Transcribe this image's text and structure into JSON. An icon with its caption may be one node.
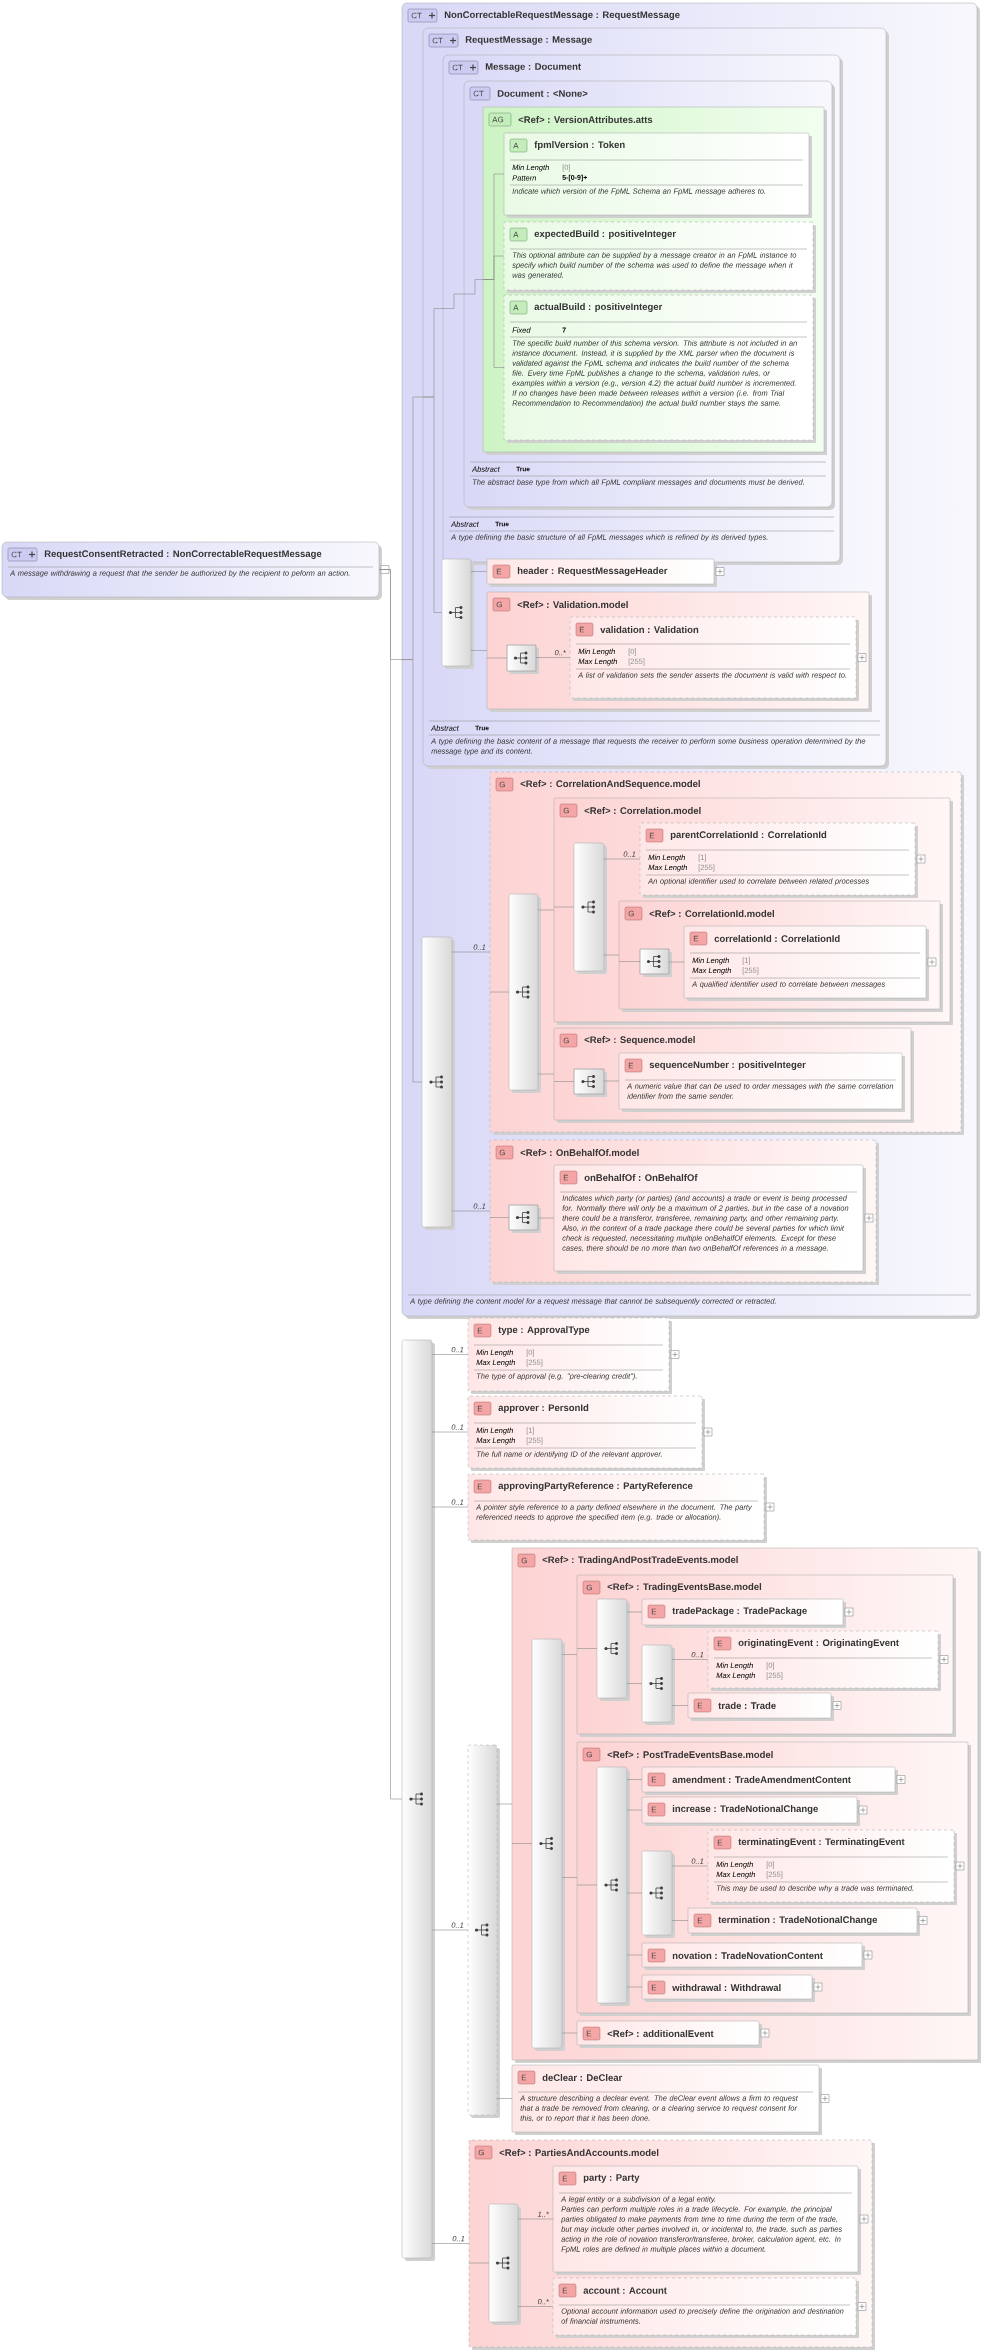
{
  "diagram": {
    "nodes": [
      {
        "text": [
          "CT",
          "RequestConsentRetracted : NonCorrectableRequestMessage",
          "A message withdrawing a request that the sender be authorized by the recipient to peform an action."
        ]
      },
      {
        "text": [
          "CT",
          "NonCorrectableRequestMessage : RequestMessage",
          "A type defining the content model for a request message that cannot be subsequently corrected or retracted."
        ]
      },
      {
        "text": [
          "CT",
          "RequestMessage : Message",
          "Abstract",
          "True",
          "A type defining the basic content of a message that requests the receiver to perform some business operation determined by the message type and its content."
        ],
        "in": 1
      },
      {
        "text": [
          "CT",
          "Message : Document",
          "Abstract",
          "True",
          "A type defining the basic structure of all FpML messages which is refined by its derived types."
        ],
        "in": 2
      },
      {
        "text": [
          "CT",
          "Document : <None>",
          "Abstract",
          "True",
          "The abstract base type from which all FpML compliant messages and documents must be derived."
        ],
        "in": 3
      },
      {
        "text": [
          "AG",
          "<Ref> : VersionAttributes.atts"
        ],
        "in": 4
      },
      {
        "text": [
          "A",
          "fpmlVersion : Token",
          "Min Length",
          "[0]",
          "Pattern",
          "5-[0-9]+",
          "Indicate which version of the FpML Schema an FpML message adheres to."
        ],
        "in": 5
      },
      {
        "text": [
          "A",
          "expectedBuild : positiveInteger",
          "This optional attribute can be supplied by a message creator in an FpML instance to specify which build number of the schema was used to define the message when it was generated."
        ],
        "in": 5
      },
      {
        "text": [
          "A",
          "actualBuild : positiveInteger",
          "Fixed",
          "7",
          "The specific build number of this schema version. This attribute is not included in an instance document. Instead, it is supplied by the XML parser when the document is validated against the FpML schema and indicates the build number of the schema file. Every time FpML publishes a change to the schema, validation rules, or examples within a version (e.g., version 4.2) the actual build number is incremented. If no changes have been made between releases within a version (i.e. from Trial Recommendation to Recommendation) the actual build number stays the same."
        ],
        "in": 5
      },
      {
        "text": [],
        "shape": "bar",
        "in": 2
      },
      {
        "text": [
          "E",
          "header : RequestMessageHeader"
        ],
        "in": 2
      },
      {
        "text": [
          "G",
          "<Ref> : Validation.model"
        ],
        "in": 2
      },
      {
        "text": [],
        "shape": "box",
        "in": 11
      },
      {
        "text": [
          "E",
          "validation : Validation",
          "Min Length",
          "[0]",
          "Max Length",
          "[255]",
          "A list of validation sets the sender asserts the document is valid with respect to."
        ],
        "in": 11
      },
      {
        "text": [],
        "shape": "bar",
        "in": 1
      },
      {
        "text": [
          "G",
          "<Ref> : CorrelationAndSequence.model"
        ],
        "in": 1
      },
      {
        "text": [],
        "shape": "bar",
        "in": 15
      },
      {
        "text": [
          "G",
          "<Ref> : Correlation.model"
        ],
        "in": 15
      },
      {
        "text": [],
        "shape": "bar",
        "in": 17
      },
      {
        "text": [
          "E",
          "parentCorrelationId : CorrelationId",
          "Min Length",
          "[1]",
          "Max Length",
          "[255]",
          "An optional identifier used to correlate between related processes"
        ],
        "in": 17
      },
      {
        "text": [
          "G",
          "<Ref> : CorrelationId.model"
        ],
        "in": 17
      },
      {
        "text": [],
        "shape": "box",
        "in": 20
      },
      {
        "text": [
          "E",
          "correlationId : CorrelationId",
          "Min Length",
          "[1]",
          "Max Length",
          "[255]",
          "A qualified identifier used to correlate between messages"
        ],
        "in": 20
      },
      {
        "text": [
          "G",
          "<Ref> : Sequence.model"
        ],
        "in": 15
      },
      {
        "text": [],
        "shape": "box",
        "in": 23
      },
      {
        "text": [
          "E",
          "sequenceNumber : positiveInteger",
          "A numeric value that can be used to order messages with the same correlation identifier from the same sender."
        ],
        "in": 23
      },
      {
        "text": [
          "G",
          "<Ref> : OnBehalfOf.model"
        ],
        "in": 1
      },
      {
        "text": [],
        "shape": "box",
        "in": 26
      },
      {
        "text": [
          "E",
          "onBehalfOf : OnBehalfOf",
          "Indicates which party (or parties) (and accounts) a trade or event is being processed for. Normally there will only be a maximum of 2 parties, but in the case of a novation there could be a transferor, transferee, remaining party, and other remaining party. Also, in the context of a trade package there could be several parties for which limit check is requested, necessitating multiple onBehalfOf elements. Except for these cases, there should be no more than two onBehalfOf references in a message."
        ],
        "in": 26
      },
      {
        "text": [],
        "shape": "bar"
      },
      {
        "text": [
          "E",
          "type : ApprovalType",
          "Min Length",
          "[0]",
          "Max Length",
          "[255]",
          "The type of approval (e.g. \"pre-clearing credit\")."
        ]
      },
      {
        "text": [
          "E",
          "approver : PersonId",
          "Min Length",
          "[1]",
          "Max Length",
          "[255]",
          "The full name or identifying ID of the relevant approver."
        ]
      },
      {
        "text": [
          "E",
          "approvingPartyReference : PartyReference",
          "A pointer style reference to a party defined elsewhere in the document. The party referenced needs to approve the specified item (e.g. trade or allocation)."
        ]
      },
      {
        "text": [],
        "shape": "bar"
      },
      {
        "text": [
          "G",
          "<Ref> : TradingAndPostTradeEvents.model"
        ]
      },
      {
        "text": [],
        "shape": "bar",
        "in": 34
      },
      {
        "text": [
          "G",
          "<Ref> : TradingEventsBase.model"
        ],
        "in": 34
      },
      {
        "text": [],
        "shape": "bar",
        "in": 36
      },
      {
        "text": [
          "E",
          "tradePackage : TradePackage"
        ],
        "in": 36
      },
      {
        "text": [],
        "shape": "bar",
        "in": 36
      },
      {
        "text": [
          "E",
          "originatingEvent : OriginatingEvent",
          "Min Length",
          "[0]",
          "Max Length",
          "[255]"
        ],
        "in": 36
      },
      {
        "text": [
          "E",
          "trade : Trade"
        ],
        "in": 36
      },
      {
        "text": [
          "G",
          "<Ref> : PostTradeEventsBase.model"
        ],
        "in": 34
      },
      {
        "text": [],
        "shape": "bar",
        "in": 42
      },
      {
        "text": [
          "E",
          "amendment : TradeAmendmentContent"
        ],
        "in": 42
      },
      {
        "text": [
          "E",
          "increase : TradeNotionalChange"
        ],
        "in": 42
      },
      {
        "text": [],
        "shape": "bar",
        "in": 42
      },
      {
        "text": [
          "E",
          "terminatingEvent : TerminatingEvent",
          "Min Length",
          "[0]",
          "Max Length",
          "[255]",
          "This may be used to describe why a trade was terminated."
        ],
        "in": 42
      },
      {
        "text": [
          "E",
          "termination : TradeNotionalChange"
        ],
        "in": 42
      },
      {
        "text": [
          "E",
          "novation : TradeNovationContent"
        ],
        "in": 42
      },
      {
        "text": [
          "E",
          "withdrawal : Withdrawal"
        ],
        "in": 42
      },
      {
        "text": [
          "E",
          "<Ref> : additionalEvent"
        ],
        "in": 34
      },
      {
        "text": [
          "E",
          "deClear : DeClear",
          "A structure describing a declear event. The deClear event allows a firm to request that a trade be removed from clearing, or a clearing service to request consent for this, or to report that it has been done."
        ]
      },
      {
        "text": [
          "G",
          "<Ref> : PartiesAndAccounts.model"
        ]
      },
      {
        "text": [],
        "shape": "bar",
        "in": 53
      },
      {
        "text": [
          "E",
          "party : Party",
          "A legal entity or a subdivision of a legal entity.",
          "Parties can perform multiple roles in a trade lifecycle. For example, the principal parties obligated to make payments from time to time during the term of the trade, but may include other parties involved in, or incidental to, the trade, such as parties acting in the role of novation transferor/transferee, broker, calculation agent, etc. In FpML roles are defined in multiple places within a document."
        ],
        "in": 53
      },
      {
        "text": [
          "E",
          "account : Account",
          "Optional account information used to precisely define the origination and destination of financial instruments."
        ],
        "in": 53
      }
    ],
    "edges": [
      {
        "from": 0,
        "to": 1,
        "arrow": "none"
      },
      {
        "from": 0,
        "to": 29,
        "arrow": "none"
      },
      {
        "from": 1,
        "to": 2,
        "arrow": "none"
      },
      {
        "from": 2,
        "to": 3,
        "arrow": "none"
      },
      {
        "from": 3,
        "to": 4,
        "arrow": "none"
      },
      {
        "from": 4,
        "to": 5,
        "arrow": "none"
      },
      {
        "from": 5,
        "to": 6,
        "arrow": "none"
      },
      {
        "from": 5,
        "to": 7,
        "arrow": "none"
      },
      {
        "from": 5,
        "to": 8,
        "arrow": "none"
      },
      {
        "from": 2,
        "to": 9,
        "arrow": "none"
      },
      {
        "from": 9,
        "to": 10,
        "arrow": "none"
      },
      {
        "from": 9,
        "to": 11,
        "arrow": "none"
      },
      {
        "from": 11,
        "to": 12,
        "arrow": "none"
      },
      {
        "from": 12,
        "to": 13,
        "arrow": "none",
        "label": "0..*"
      },
      {
        "from": 1,
        "to": 14,
        "arrow": "none"
      },
      {
        "from": 14,
        "to": 15,
        "arrow": "none",
        "label": "0..1"
      },
      {
        "from": 14,
        "to": 26,
        "arrow": "none",
        "label": "0..1"
      },
      {
        "from": 15,
        "to": 16,
        "arrow": "none"
      },
      {
        "from": 16,
        "to": 17,
        "arrow": "none"
      },
      {
        "from": 16,
        "to": 23,
        "arrow": "none"
      },
      {
        "from": 17,
        "to": 18,
        "arrow": "none"
      },
      {
        "from": 18,
        "to": 19,
        "arrow": "none",
        "label": "0..1"
      },
      {
        "from": 18,
        "to": 20,
        "arrow": "none"
      },
      {
        "from": 20,
        "to": 21,
        "arrow": "none"
      },
      {
        "from": 21,
        "to": 22,
        "arrow": "none"
      },
      {
        "from": 23,
        "to": 24,
        "arrow": "none"
      },
      {
        "from": 24,
        "to": 25,
        "arrow": "none"
      },
      {
        "from": 26,
        "to": 27,
        "arrow": "none"
      },
      {
        "from": 27,
        "to": 28,
        "arrow": "none"
      },
      {
        "from": 29,
        "to": 30,
        "arrow": "none",
        "label": "0..1"
      },
      {
        "from": 29,
        "to": 31,
        "arrow": "none",
        "label": "0..1"
      },
      {
        "from": 29,
        "to": 32,
        "arrow": "none",
        "label": "0..1"
      },
      {
        "from": 29,
        "to": 33,
        "arrow": "none",
        "label": "0..1"
      },
      {
        "from": 29,
        "to": 53,
        "arrow": "none",
        "label": "0..1"
      },
      {
        "from": 33,
        "to": 34,
        "arrow": "none"
      },
      {
        "from": 33,
        "to": 52,
        "arrow": "none"
      },
      {
        "from": 34,
        "to": 35,
        "arrow": "none"
      },
      {
        "from": 35,
        "to": 36,
        "arrow": "none"
      },
      {
        "from": 35,
        "to": 42,
        "arrow": "none"
      },
      {
        "from": 35,
        "to": 51,
        "arrow": "none"
      },
      {
        "from": 36,
        "to": 37,
        "arrow": "none"
      },
      {
        "from": 37,
        "to": 38,
        "arrow": "none"
      },
      {
        "from": 37,
        "to": 39,
        "arrow": "none"
      },
      {
        "from": 39,
        "to": 40,
        "arrow": "none",
        "label": "0..1"
      },
      {
        "from": 39,
        "to": 41,
        "arrow": "none"
      },
      {
        "from": 42,
        "to": 43,
        "arrow": "none"
      },
      {
        "from": 43,
        "to": 44,
        "arrow": "none"
      },
      {
        "from": 43,
        "to": 45,
        "arrow": "none"
      },
      {
        "from": 43,
        "to": 46,
        "arrow": "none"
      },
      {
        "from": 46,
        "to": 47,
        "arrow": "none",
        "label": "0..1"
      },
      {
        "from": 46,
        "to": 48,
        "arrow": "none"
      },
      {
        "from": 43,
        "to": 49,
        "arrow": "none"
      },
      {
        "from": 43,
        "to": 50,
        "arrow": "none"
      },
      {
        "from": 53,
        "to": 54,
        "arrow": "none"
      },
      {
        "from": 54,
        "to": 55,
        "arrow": "none",
        "label": "1..*"
      },
      {
        "from": 54,
        "to": 56,
        "arrow": "none",
        "label": "0..*"
      }
    ]
  }
}
